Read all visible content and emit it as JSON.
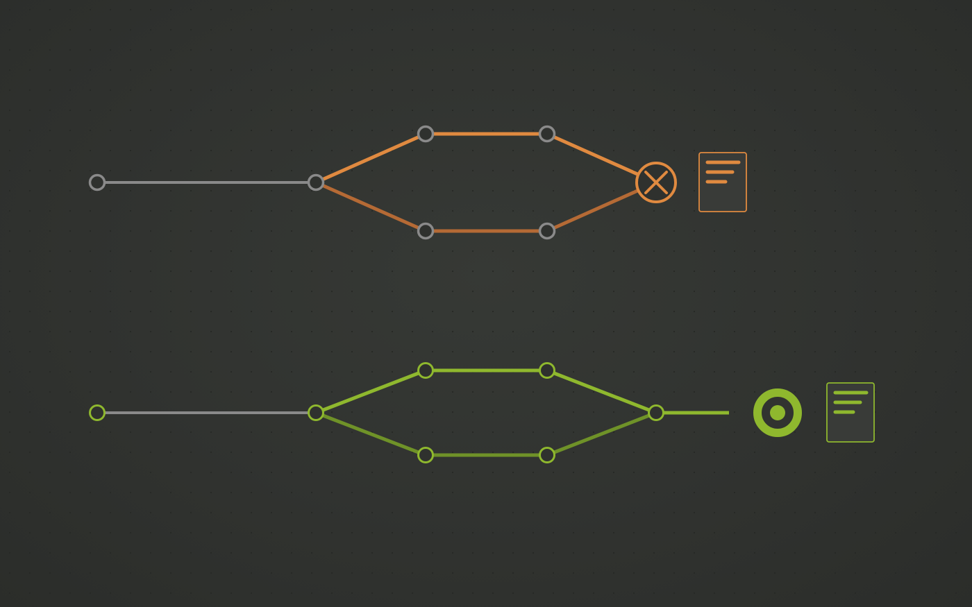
{
  "colors": {
    "background": "#313330",
    "dot_grid": "#2a2c29",
    "neutral_line": "#8a8a8a",
    "neutral_node": "#8a8a8a",
    "failed_accent": "#e08a40",
    "failed_accent_dark": "#b56a35",
    "success_accent": "#8fb82e",
    "success_accent_dark": "#6f9228",
    "node_fill": "#2f312e",
    "doc_fill": "#393b38"
  },
  "pipelines": [
    {
      "id": "failed",
      "status": "failed",
      "status_icon": "close-circle-icon",
      "log_icon": "document-log-icon",
      "accent": "#e08a40",
      "accent_dark": "#b56a35",
      "colored_nodes": false
    },
    {
      "id": "succeeded",
      "status": "succeeded",
      "status_icon": "radio-target-icon",
      "log_icon": "document-log-icon",
      "accent": "#8fb82e",
      "accent_dark": "#6f9228",
      "colored_nodes": true
    }
  ]
}
